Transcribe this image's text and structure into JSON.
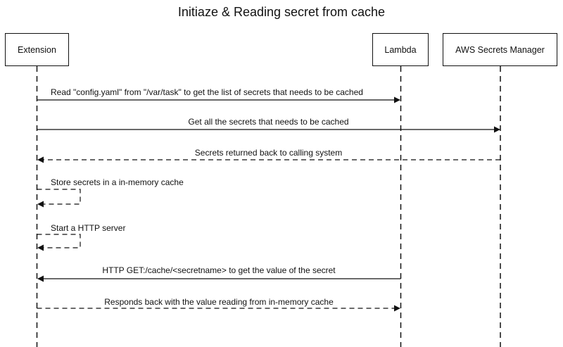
{
  "title": "Initiaze & Reading secret from cache",
  "participants": {
    "extension": "Extension",
    "lambda": "Lambda",
    "secrets_manager": "AWS Secrets Manager"
  },
  "messages": [
    {
      "from": "Extension",
      "to": "Lambda",
      "style": "solid",
      "label": "Read \"config.yaml\" from \"/var/task\" to get the list of secrets that needs to be cached"
    },
    {
      "from": "Extension",
      "to": "AWS Secrets Manager",
      "style": "solid",
      "label": "Get all the secrets that needs to be cached"
    },
    {
      "from": "AWS Secrets Manager",
      "to": "Extension",
      "style": "dashed",
      "label": "Secrets returned back to calling system"
    },
    {
      "from": "Extension",
      "to": "Extension",
      "style": "dashed",
      "label": "Store secrets in a in-memory cache"
    },
    {
      "from": "Extension",
      "to": "Extension",
      "style": "dashed",
      "label": "Start a HTTP server"
    },
    {
      "from": "Lambda",
      "to": "Extension",
      "style": "solid",
      "label": "HTTP GET:/cache/<secretname> to get the value of the secret"
    },
    {
      "from": "Extension",
      "to": "Lambda",
      "style": "dashed",
      "label": "Responds back with the value reading from in-memory cache"
    }
  ]
}
